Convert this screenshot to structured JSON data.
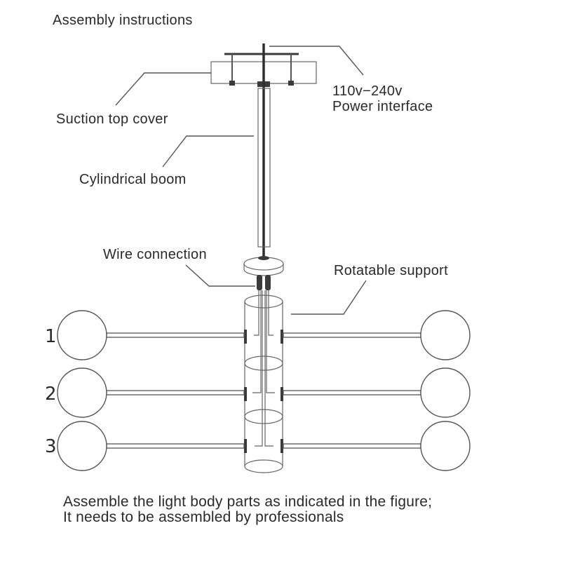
{
  "title": "Assembly instructions",
  "labels": {
    "power_voltage": "110v−240v",
    "power_interface": "Power interface",
    "suction_top_cover": "Suction top cover",
    "cylindrical_boom": "Cylindrical boom",
    "wire_connection": "Wire connection",
    "rotatable_support": "Rotatable support"
  },
  "arm_numbers": [
    "1",
    "2",
    "3"
  ],
  "footer": {
    "line1": "Assemble the light body parts as indicated in the figure;",
    "line2": "It needs to be assembled by professionals"
  }
}
